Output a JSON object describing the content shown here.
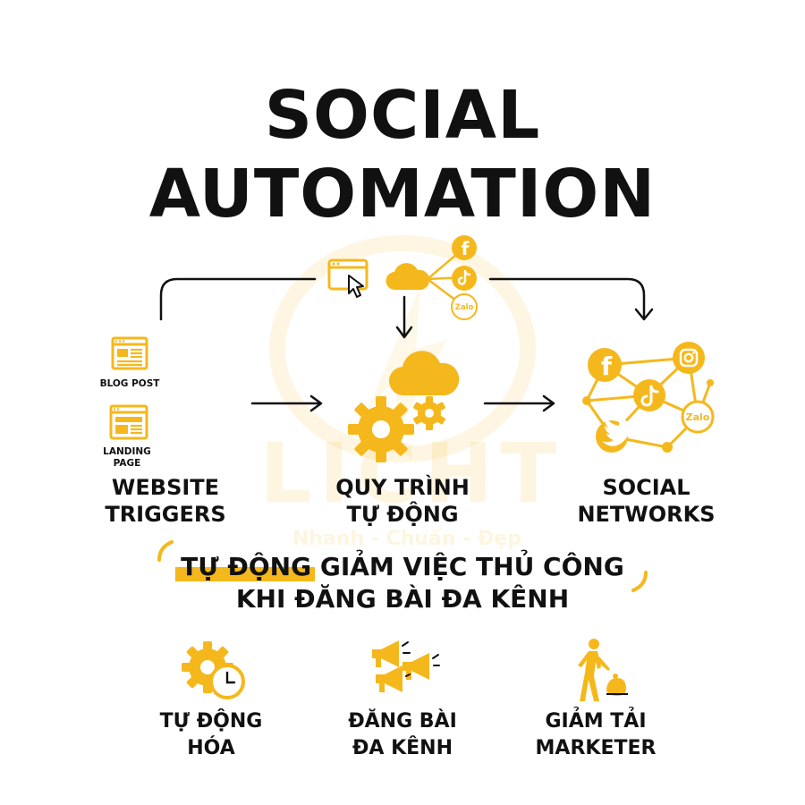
{
  "title": {
    "line1": "SOCIAL",
    "line2": "AUTOMATION"
  },
  "watermark": {
    "brand": "LICHT",
    "tagline": "Nhanh - Chuẩn - Đẹp"
  },
  "colors": {
    "accent": "#f5b81c",
    "text": "#111111"
  },
  "website_triggers": {
    "blog_post_label": "BLOG POST",
    "landing_page_label": "LANDING PAGE",
    "label_line1": "WEBSITE",
    "label_line2": "TRIGGERS"
  },
  "process": {
    "label_line1": "QUY TRÌNH",
    "label_line2": "TỰ ĐỘNG"
  },
  "networks": {
    "label_line1": "SOCIAL",
    "label_line2": "NETWORKS",
    "zalo_text": "Zalo",
    "facebook_letter": "f"
  },
  "headline": {
    "highlight": "TỰ ĐỘNG",
    "line1_rest": " GIẢM VIỆC THỦ CÔNG",
    "line2": "KHI ĐĂNG BÀI ĐA KÊNH"
  },
  "benefits": [
    {
      "icon": "gear-clock-icon",
      "line1": "TỰ ĐỘNG",
      "line2": "HÓA"
    },
    {
      "icon": "megaphones-icon",
      "line1": "ĐĂNG BÀI",
      "line2": "ĐA KÊNH"
    },
    {
      "icon": "person-pushing-icon",
      "line1": "GIẢM TẢI",
      "line2": "MARKETER"
    }
  ]
}
